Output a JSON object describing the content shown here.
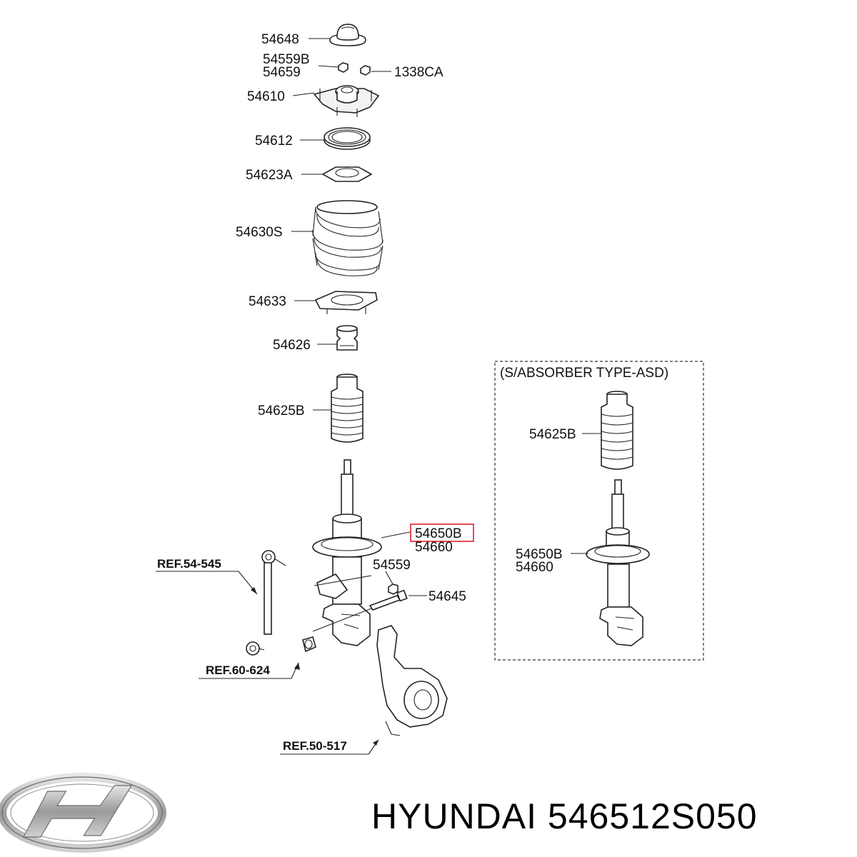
{
  "parts": {
    "p54648": "54648",
    "p54559B": "54559B",
    "p54659": "54659",
    "p1338CA": "1338CA",
    "p54610": "54610",
    "p54612": "54612",
    "p54623A": "54623A",
    "p54630S": "54630S",
    "p54633": "54633",
    "p54626": "54626",
    "p54625B": "54625B",
    "p54650B": "54650B",
    "p54660": "54660",
    "p54559": "54559",
    "p54645": "54645"
  },
  "refs": {
    "ref_54_545": "REF.54-545",
    "ref_60_624": "REF.60-624",
    "ref_50_517": "REF.50-517"
  },
  "inset": {
    "title": "(S/ABSORBER TYPE-ASD)",
    "p54625B": "54625B",
    "p54650B": "54650B",
    "p54660": "54660"
  },
  "highlight_color": "#e0202a",
  "footer": {
    "brand_text": "HYUNDAI 546512S050",
    "logo": "hyundai-logo"
  }
}
